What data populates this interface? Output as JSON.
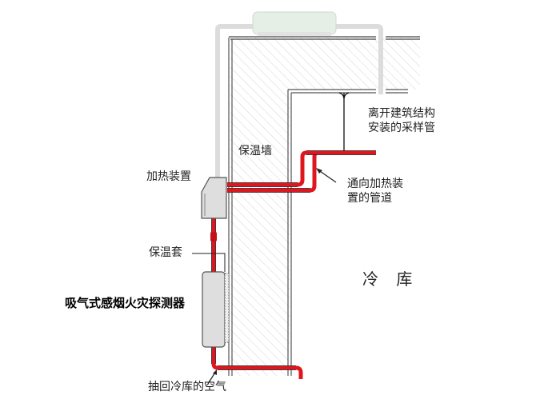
{
  "labels": {
    "heater": "加热装置",
    "insulated_wall": "保温墙",
    "insulation_sleeve": "保温套",
    "detector": "吸气式感烟火灾探测器",
    "cold_room": "冷 库",
    "sampling_pipe_line1": "离开建筑结构",
    "sampling_pipe_line2": "安装的采样管",
    "heater_pipe_line1": "通向加热装",
    "heater_pipe_line2": "置的管道",
    "return_air": "抽回冷库的空气"
  },
  "colors": {
    "pipe_red": "#e0161e",
    "return_pipe_gray": "#dcdcdc",
    "device_green": "#e6efe6",
    "box_gray": "#dedede"
  }
}
